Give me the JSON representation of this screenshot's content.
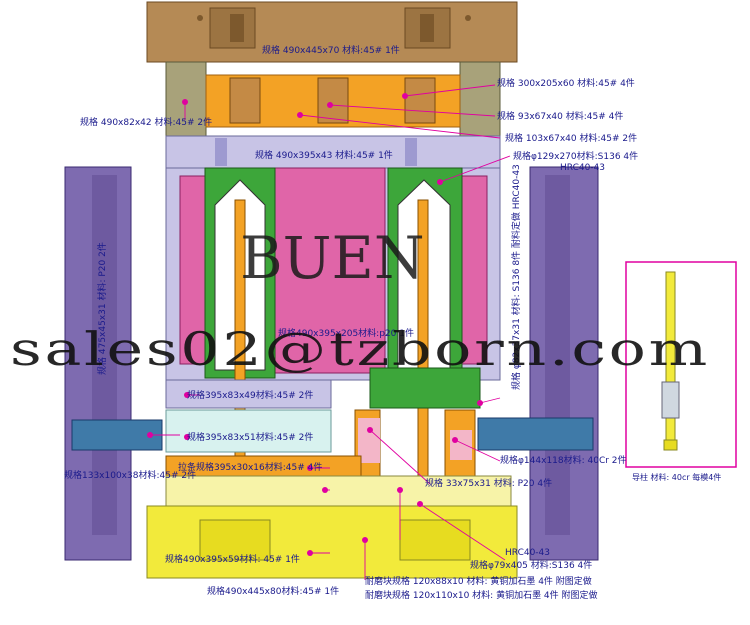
{
  "watermarks": {
    "brand": "BUEN",
    "email": "sales02@tzborn.com"
  },
  "plates": {
    "top_clamp": "规格 490x445x70  材料:45# 1件",
    "parallel_left": "规格 490x82x42 材料:45# 2件",
    "block_300": "规格 300x205x60 材料:45# 4件",
    "block_93": "规格 93x67x40 材料:45# 4件",
    "block_103": "规格 103x67x40 材料:45# 2件",
    "runner_plate": "规格 490x395x43 材料:45# 1件",
    "insert_129": "规格φ129x270材料:S136 4件",
    "hrc_top": "HRC40-43",
    "center_plate": "规格490x395x205材料:p20 1件",
    "stripper_49": "规格395x83x49材料:45# 2件",
    "stripper_51": "规格395x83x51材料:45# 2件",
    "pull_strip": "拉条规格395x30x16材料:45# 4件",
    "guide_block": "规格133x100x38材料:45# 2件",
    "block_144": "规格φ144x118材料: 40Cr 2件",
    "slide_33": "规格 33x75x31 材料: P20 4件",
    "core_79": "规格φ79x405 材料:S136 4件",
    "hrc_bottom": "HRC40-43",
    "support_plate": "规格490x395x59材料: 45# 1件",
    "bottom_clamp": "规格490x445x80材料:45# 1件",
    "wear_120_88": "耐磨块规格 120x88x10 材料: 黄铜加石墨  4件 附图定做",
    "wear_120_110": "耐磨块规格 120x110x10 材料: 黄铜加石墨 4件 附图定做"
  },
  "vertical_labels": {
    "left_side": "规格 475x45x31 材料: P20 2件",
    "right_side": "规格 φ82x37x31 材料: S136 8件 耐料定做 HRC40-43"
  },
  "inset": {
    "caption": "导柱 材料: 40cr 每模4件"
  },
  "colors": {
    "bronze": "#b58a55",
    "olive": "#a8a27a",
    "orange": "#f3a225",
    "lavender": "#c8c4e6",
    "pink": "#e065a8",
    "green": "#3da63a",
    "purple": "#7e6bb0",
    "yellow": "#f2ea3b",
    "teal": "#3f7aa8",
    "label_blue": "#1a1a8c",
    "leader_magenta": "#e000a0"
  }
}
